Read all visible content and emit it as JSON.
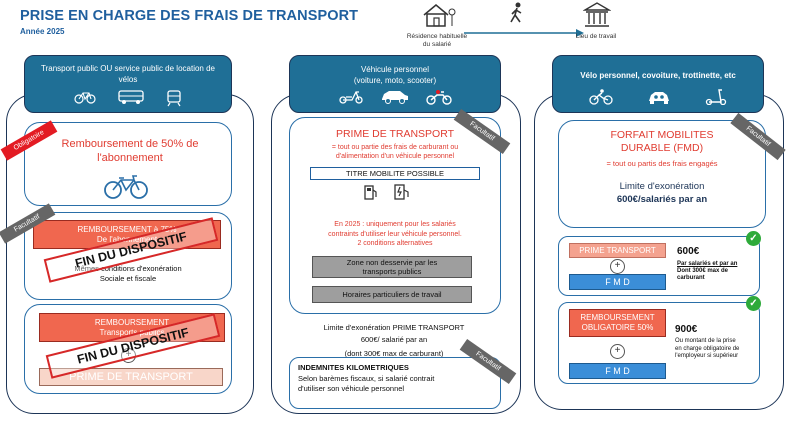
{
  "page": {
    "title": "PRISE EN CHARGE DES FRAIS DE TRANSPORT",
    "year": "Année 2025"
  },
  "flow": {
    "home_label_1": "Résidence habituelle",
    "home_label_2": "du salarié",
    "work_label": "Lieu de travail"
  },
  "col1": {
    "header": "Transport public OU service public de location de vélos",
    "ribbon_obligatoire": "Obligatoire",
    "ribbon_facultatif": "Facultatif",
    "card1_text": "Remboursement de 50% de l'abonnement",
    "card2_btn_line1": "REMBOURSEMENT  à 75%",
    "card2_btn_line2": "De l'abonnement",
    "card2_stamp": "FIN DU DISPOSITIF",
    "card2_text_1": "Mêmes conditions d'exonération",
    "card2_text_2": "Sociale et fiscale",
    "card3_btn_line1": "REMBOURSEMENT",
    "card3_btn_line2": "Transports publics",
    "card3_stamp": "FIN DU DISPOSITIF",
    "card3_plus": "+",
    "card3_bottom": "PRIME DE TRANSPORT"
  },
  "col2": {
    "header_1": "Véhicule personnel",
    "header_2": "(voiture, moto, scooter)",
    "ribbon_facultatif_top": "Facultatif",
    "ribbon_facultatif_bottom": "Facultatif",
    "prime_title": "PRIME DE TRANSPORT",
    "prime_sub_1": "= tout ou partie des frais de carburant ou",
    "prime_sub_2": "d'alimentation d'un véhicule personnel",
    "titre_mobilite": "TITRE MOBILITE POSSIBLE",
    "cond_1": "En 2025 : uniquement  pour les salariés",
    "cond_2": "contraints  d'utiliser leur véhicule personnel.",
    "cond_3": "2 conditions  alternatives",
    "gray1_1": "Zone non desservie par les",
    "gray1_2": "transports publics",
    "gray2": "Horaires particuliers de travail",
    "limit_1": "Limite d'exonération PRIME TRANSPORT",
    "limit_2": "600€/  salarié par an",
    "limit_3": "(dont 300€ max de carburant)",
    "ik_title": "INDEMNITES KILOMETRIQUES",
    "ik_1": "Selon barèmes fiscaux, si salarié contrait",
    "ik_2": "d'utiliser son véhicule personnel"
  },
  "col3": {
    "header": "Vélo personnel, covoiture, trottinette,  etc",
    "ribbon_facultatif": "Facultatif",
    "fmd_title_1": "FORFAIT MOBILITES",
    "fmd_title_2": "DURABLE (FMD)",
    "fmd_sub": "= tout ou partis des frais engagés",
    "limit_1": "Limite d'exonération",
    "limit_2": "600€/salariés par an",
    "box1_btn": "PRIME TRANSPORT",
    "box1_plus": "+",
    "box1_fmd": "F M D",
    "box1_amount": "600€",
    "box1_note_1": "Par salariés et par an",
    "box1_note_2": "Dont 300€ max de",
    "box1_note_3": "carburant",
    "box2_btn_1": "REMBOURSEMENT",
    "box2_btn_2": "OBLIGATOIRE 50%",
    "box2_plus": "+",
    "box2_fmd": "F M D",
    "box2_amount": "900€",
    "box2_note_1": "Ou montant de la prise",
    "box2_note_2": "en charge obligatoire de",
    "box2_note_3": "l'employeur si supérieur"
  },
  "colors": {
    "brand_blue": "#1f5f9e",
    "header_teal": "#1f6f96",
    "red_accent": "#e03c31",
    "ribbon_gray": "#666666",
    "check_green": "#2eaa3a"
  }
}
